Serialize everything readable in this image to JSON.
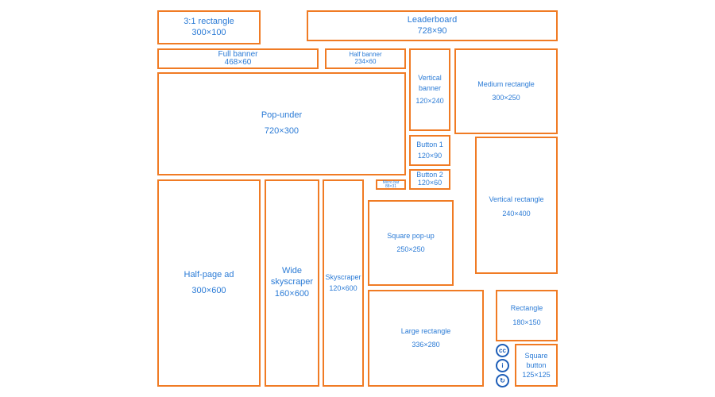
{
  "colors": {
    "border": "#f07b24",
    "text": "#2b7bd6",
    "badge": "#1f5fb8"
  },
  "boxes": {
    "rect_3_1": {
      "name": "3:1 rectangle",
      "size": "300×100"
    },
    "leaderboard": {
      "name": "Leaderboard",
      "size": "728×90"
    },
    "full_banner": {
      "name": "Full banner",
      "size": "468×60"
    },
    "half_banner": {
      "name": "Half banner",
      "size": "234×60"
    },
    "vertical_banner": {
      "name": "Vertical banner",
      "size": "120×240"
    },
    "medium_rect": {
      "name": "Medium rectangle",
      "size": "300×250"
    },
    "pop_under": {
      "name": "Pop-under",
      "size": "720×300"
    },
    "button1": {
      "name": "Button 1",
      "size": "120×90"
    },
    "button2": {
      "name": "Button 2",
      "size": "120×60"
    },
    "micro_bar": {
      "name": "Micro bar",
      "size": "88×31"
    },
    "vertical_rect": {
      "name": "Vertical rectangle",
      "size": "240×400"
    },
    "half_page": {
      "name": "Half-page ad",
      "size": "300×600"
    },
    "wide_sky": {
      "name": "Wide skyscraper",
      "size": "160×600"
    },
    "skyscraper": {
      "name": "Skyscraper",
      "size": "120×600"
    },
    "square_popup": {
      "name": "Square pop-up",
      "size": "250×250"
    },
    "large_rect": {
      "name": "Large rectangle",
      "size": "336×280"
    },
    "rectangle": {
      "name": "Rectangle",
      "size": "180×150"
    },
    "square_button": {
      "name": "Square button",
      "size": "125×125"
    }
  },
  "license": {
    "cc": "cc",
    "by": "i",
    "share": "↻"
  }
}
